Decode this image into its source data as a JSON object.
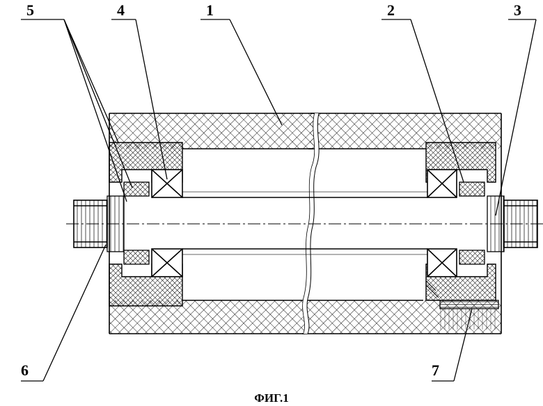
{
  "figure": {
    "caption": "ФИГ.1",
    "labels": [
      {
        "id": "l1",
        "text": "1"
      },
      {
        "id": "l2",
        "text": "2"
      },
      {
        "id": "l3",
        "text": "3"
      },
      {
        "id": "l4",
        "text": "4"
      },
      {
        "id": "l5",
        "text": "5"
      },
      {
        "id": "l6",
        "text": "6"
      },
      {
        "id": "l7",
        "text": "7"
      }
    ]
  }
}
